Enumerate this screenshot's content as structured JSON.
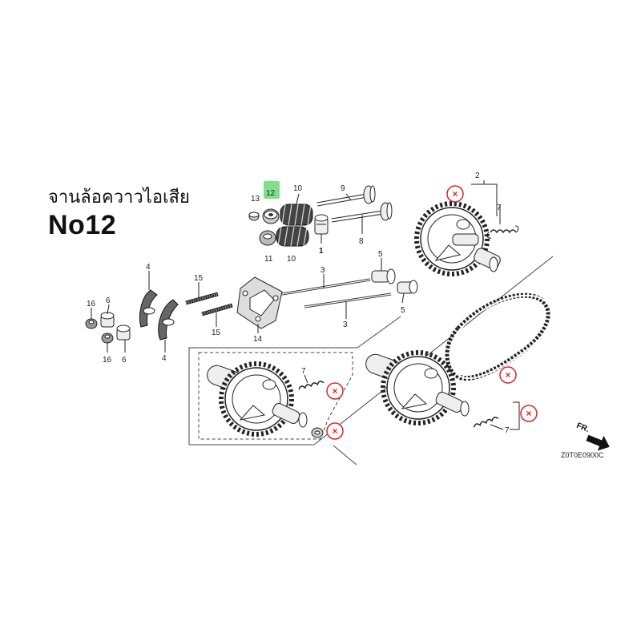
{
  "heading": {
    "thai_name": "จานล้อควาวไอเสีย",
    "part_no": "No12"
  },
  "diagram_code": "Z0T0E0900C",
  "direction_label": "FR.",
  "highlight_color": "#7fe08a",
  "exclude_color": "#d9252a",
  "callouts": [
    "13",
    "12",
    "10",
    "9",
    "2",
    "7",
    "11",
    "10",
    "1",
    "8",
    "4",
    "15",
    "3",
    "5",
    "16",
    "6",
    "15",
    "14",
    "3",
    "5",
    "16",
    "6",
    "4",
    "7",
    "7"
  ]
}
